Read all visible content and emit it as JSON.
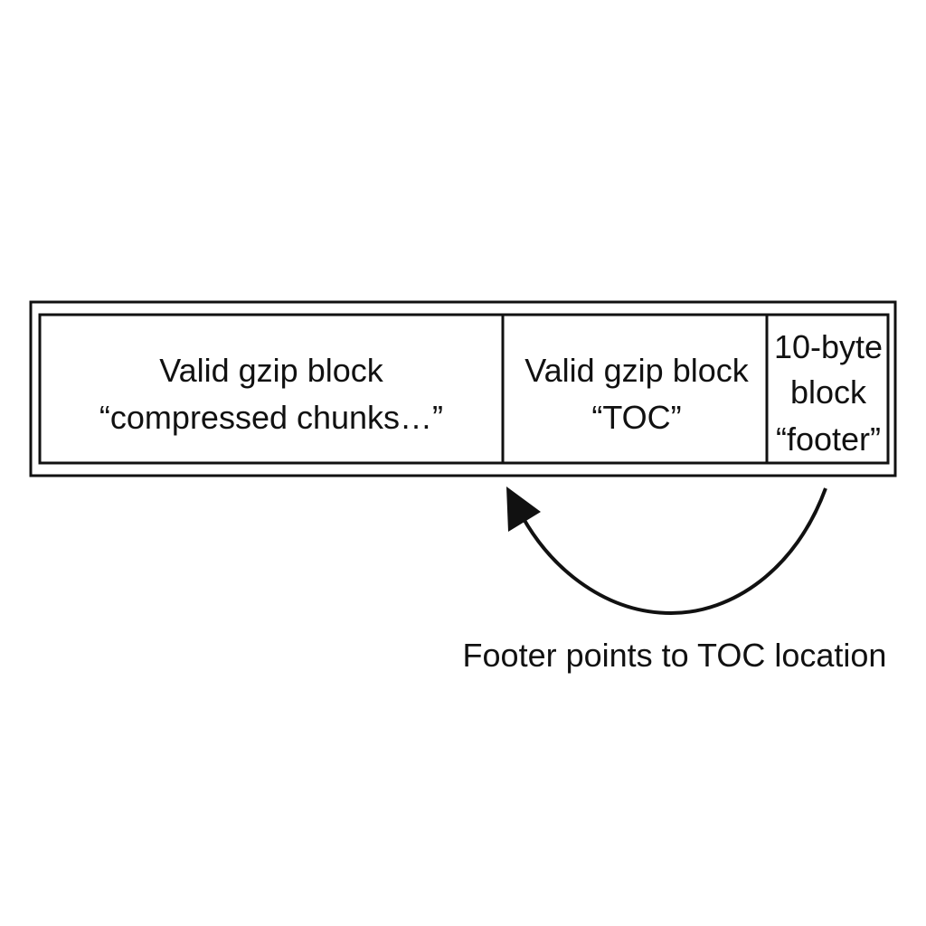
{
  "blocks": [
    {
      "line1": "Valid gzip block",
      "line2": "“compressed chunks…”"
    },
    {
      "line1": "Valid gzip block",
      "line2": "“TOC”"
    },
    {
      "line1": "10-byte",
      "line2": "block",
      "line3": "“footer”"
    }
  ],
  "arrow": {
    "label": "Footer points to TOC location",
    "from": "footer",
    "to": "TOC"
  },
  "colors": {
    "stroke": "#111111",
    "background": "#ffffff"
  }
}
